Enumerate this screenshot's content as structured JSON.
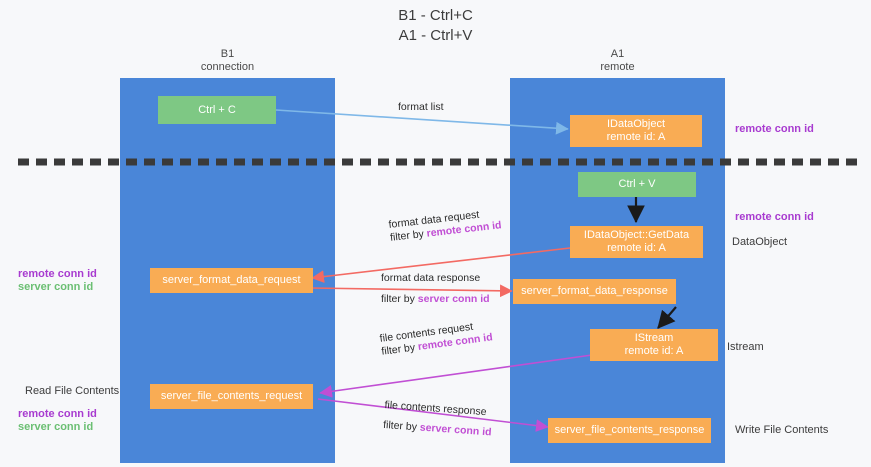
{
  "title": "B1 - Ctrl+C\nA1 - Ctrl+V",
  "lanes": [
    {
      "name": "b1",
      "title": "B1\nconnection"
    },
    {
      "name": "a1",
      "title": "A1\nremote"
    }
  ],
  "nodes": {
    "ctrl_c": {
      "line1": "Ctrl + C",
      "line2": ""
    },
    "ctrl_v": {
      "line1": "Ctrl + V",
      "line2": ""
    },
    "idataobject": {
      "line1": "IDataObject",
      "line2": "remote id: A"
    },
    "idataobject_getdata": {
      "line1": "IDataObject::GetData",
      "line2": "remote id: A"
    },
    "istream": {
      "line1": "IStream",
      "line2": "remote id: A"
    },
    "server_format_data_request": {
      "line1": "server_format_data_request",
      "line2": ""
    },
    "server_format_data_response": {
      "line1": "server_format_data_response",
      "line2": ""
    },
    "server_file_contents_request": {
      "line1": "server_file_contents_request",
      "line2": ""
    },
    "server_file_contents_response": {
      "line1": "server_file_contents_response",
      "line2": ""
    }
  },
  "flows": {
    "format_list": {
      "line1": "format list",
      "line2_prefix": "",
      "line2_hl": ""
    },
    "format_data_request": {
      "line1": "format data request",
      "line2_prefix": "filter by ",
      "line2_hl": "remote conn id"
    },
    "format_data_response": {
      "line1": "format data response",
      "line2_prefix": "filter by ",
      "line2_hl": "server conn id"
    },
    "file_contents_request": {
      "line1": "file contents request",
      "line2_prefix": "filter by ",
      "line2_hl": "remote conn id"
    },
    "file_contents_response": {
      "line1": "file contents response",
      "line2_prefix": "filter by ",
      "line2_hl": "server conn id"
    }
  },
  "side_labels": {
    "right_remote_conn_id_top": "remote conn id",
    "right_remote_conn_id_mid": "remote conn id",
    "right_dataobject": "DataObject",
    "right_istream": "Istream",
    "right_write_file_contents": "Write File Contents",
    "left_remote_conn_id": "remote conn id",
    "left_server_conn_id": "server conn id",
    "left_read_file_contents": "Read File Contents",
    "left_remote_conn_id_2": "remote conn id",
    "left_server_conn_id_2": "server conn id"
  },
  "colors": {
    "lane": "#4a86d8",
    "node_green": "#7ec884",
    "node_orange": "#f9ac54",
    "accent_purple": "#a83bd0",
    "accent_green": "#6bbf73",
    "arrow_blue": "#7fb8e8",
    "arrow_red": "#f36a63",
    "arrow_magenta": "#c14fd4",
    "arrow_black": "#1a1a1a",
    "divider": "#3a3a3a",
    "background": "#f7f8fa"
  }
}
